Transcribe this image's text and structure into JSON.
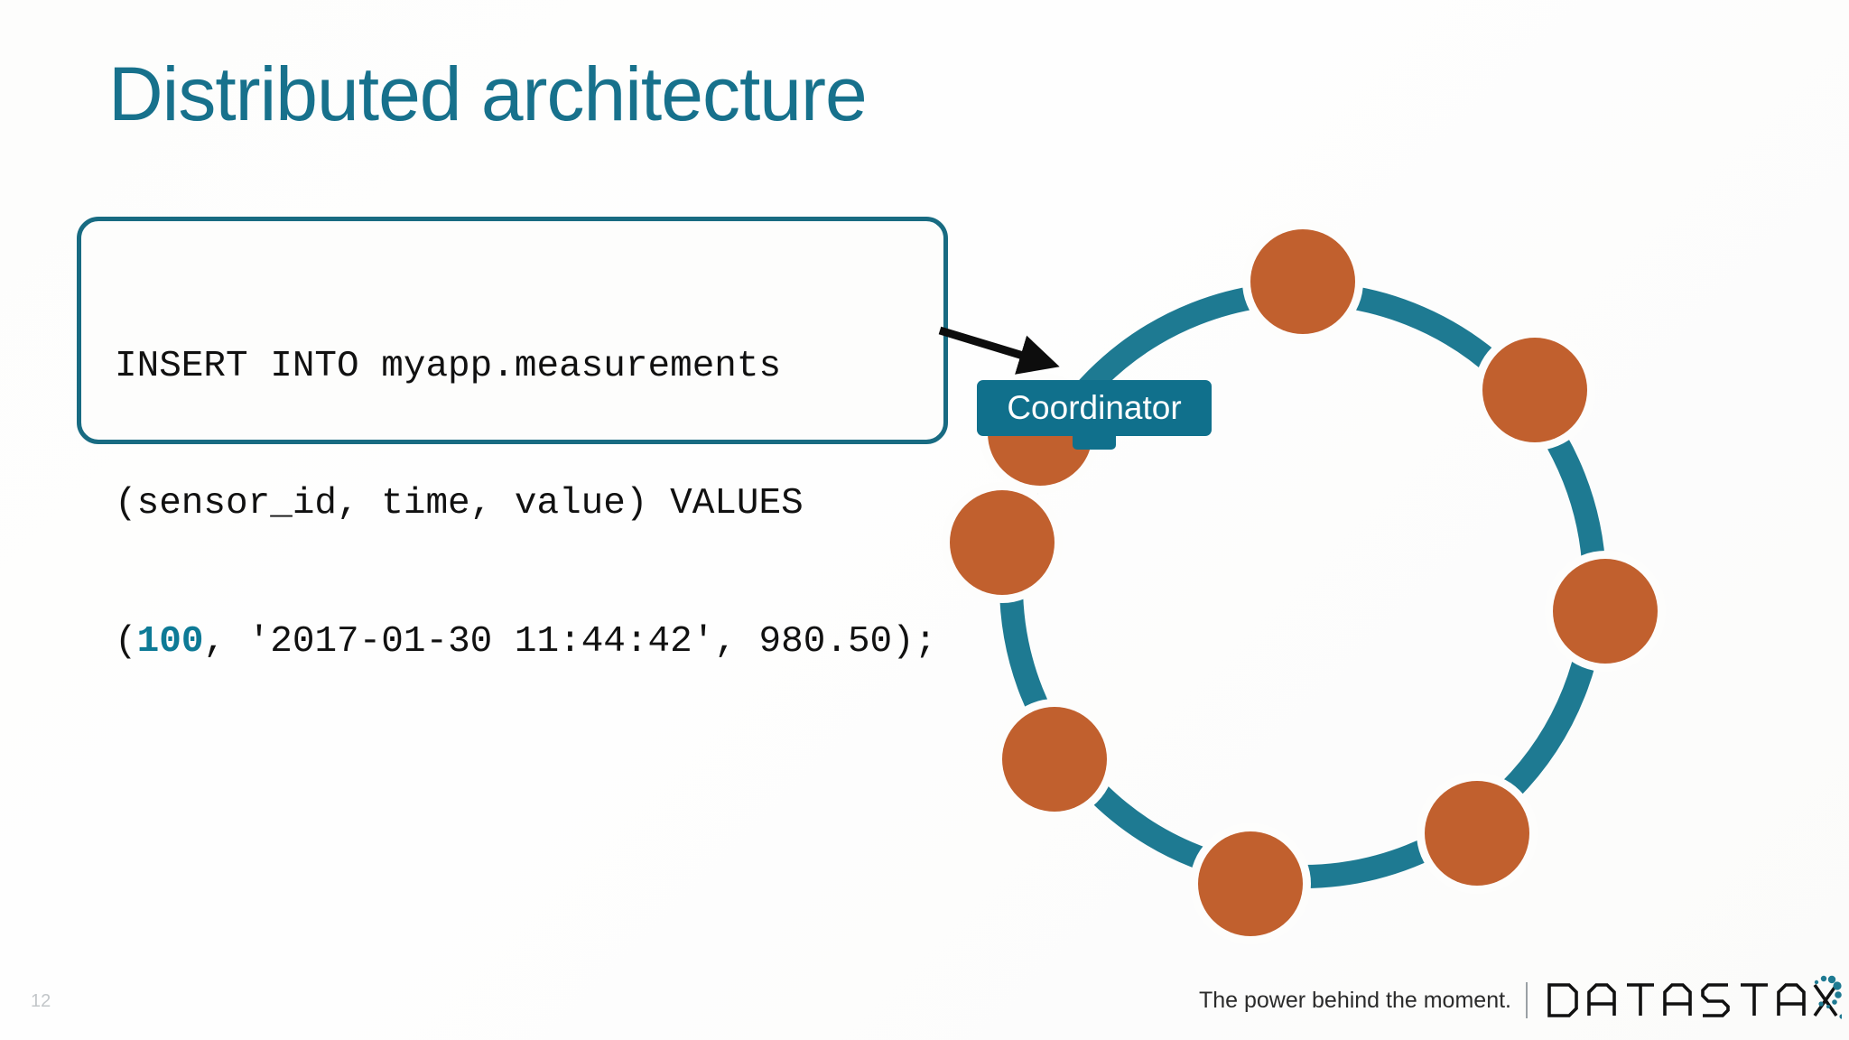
{
  "slide": {
    "title": "Distributed architecture",
    "page_number": "12",
    "background_color": "#fdfdfc"
  },
  "code_callout": {
    "border_color": "#186b82",
    "text_color": "#111111",
    "highlight_color": "#0d7a96",
    "lines": [
      {
        "before": "INSERT INTO myapp.measurements",
        "highlight": "",
        "after": ""
      },
      {
        "before": "(sensor_id, time, value) VALUES",
        "highlight": "",
        "after": ""
      },
      {
        "before": "(",
        "highlight": "100",
        "after": ", '2017-01-30 11:44:42', 980.50);"
      }
    ],
    "full_text": "INSERT INTO myapp.measurements\n(sensor_id, time, value) VALUES\n(100, '2017-01-30 11:44:42', 980.50);"
  },
  "arrow": {
    "name": "callout-arrow",
    "points_to": "coordinator-node"
  },
  "ring": {
    "ring_color": "#1e7a92",
    "node_color": "#c1602e",
    "node_count": 8,
    "nodes": [
      {
        "id": "node-coordinator",
        "label": "Coordinator",
        "angle_deg": -150,
        "is_coordinator": true
      },
      {
        "id": "node-2",
        "label": "",
        "angle_deg": -90,
        "is_coordinator": false
      },
      {
        "id": "node-3",
        "label": "",
        "angle_deg": -40,
        "is_coordinator": false
      },
      {
        "id": "node-4",
        "label": "",
        "angle_deg": 5,
        "is_coordinator": false
      },
      {
        "id": "node-5",
        "label": "",
        "angle_deg": 55,
        "is_coordinator": false
      },
      {
        "id": "node-6",
        "label": "",
        "angle_deg": 100,
        "is_coordinator": false
      },
      {
        "id": "node-7",
        "label": "",
        "angle_deg": 145,
        "is_coordinator": false
      },
      {
        "id": "node-8",
        "label": "",
        "angle_deg": 188,
        "is_coordinator": false
      }
    ]
  },
  "coordinator_badge": {
    "label": "Coordinator",
    "background_color": "#10708c",
    "text_color": "#ffffff"
  },
  "footer": {
    "tagline": "The power behind the moment.",
    "brand": "DATASTAX",
    "brand_accent_color": "#1e7a92"
  }
}
